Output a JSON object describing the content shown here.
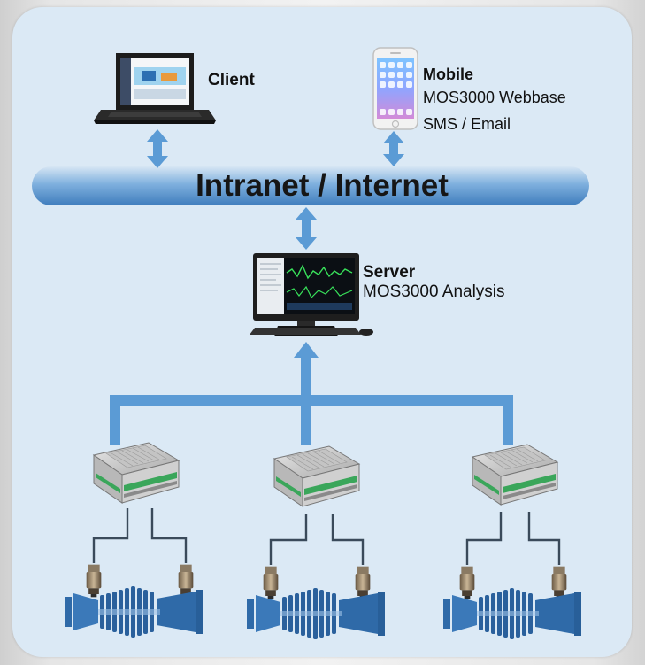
{
  "client": {
    "title": "Client"
  },
  "mobile": {
    "title": "Mobile",
    "line1": "MOS3000 Webbase",
    "line2": "SMS / Email"
  },
  "network": {
    "label": "Intranet / Internet"
  },
  "server": {
    "title": "Server",
    "subtitle": "MOS3000 Analysis"
  },
  "colors": {
    "panel": "#dbe9f5",
    "connector": "#5b9bd5",
    "network_band": "#4f8cc9",
    "turbine": "#2f6aa8",
    "wire": "#3a4a5a"
  },
  "icons": {
    "client": "laptop-icon",
    "mobile": "smartphone-icon",
    "server": "desktop-computer-icon",
    "daq": "data-acquisition-unit-icon",
    "sensor": "vibration-sensor-icon",
    "turbine": "turbine-icon"
  }
}
